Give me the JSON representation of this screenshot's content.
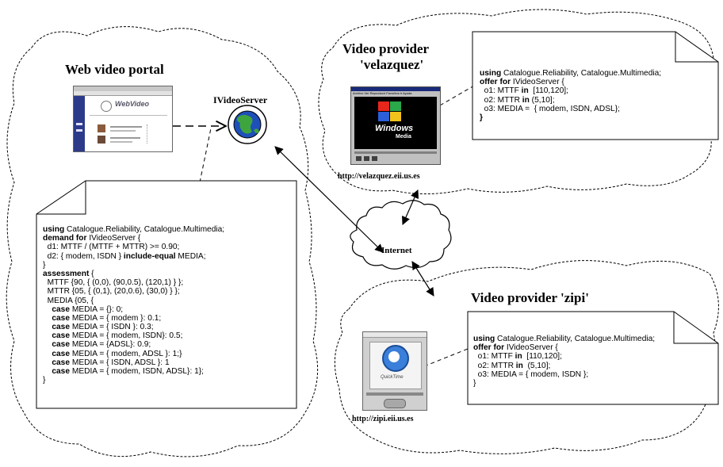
{
  "portal": {
    "title": "Web video portal",
    "screenshot_logo": "WebVideo"
  },
  "interface_label": "IVideoServer",
  "velazquez": {
    "title_line1": "Video provider",
    "title_line2": "'velazquez'",
    "url": "http://velazquez.eii.us.es",
    "screenshot_logo_line1": "Windows",
    "screenshot_logo_line2": "Media",
    "menu_text": "Archivo  Ver  Reproducir  Favoritos  Ir  Ayuda"
  },
  "zipi": {
    "title": "Video provider 'zipi'",
    "url": "http://zipi.eii.us.es",
    "screenshot_logo": "QuickTime"
  },
  "internet_label": "Internet",
  "notes": {
    "demand": [
      [
        {
          "t": "using",
          "b": true
        },
        {
          "t": " Catalogue.Reliability, Catalogue.Multimedia;"
        }
      ],
      [
        {
          "t": "demand for",
          "b": true
        },
        {
          "t": " IVideoServer {"
        }
      ],
      [
        {
          "t": "  d1: MTTF / (MTTF + MTTR) >= 0.90;"
        }
      ],
      [
        {
          "t": "  d2: { modem, ISDN } "
        },
        {
          "t": "include-equal",
          "b": true
        },
        {
          "t": " MEDIA;"
        }
      ],
      [
        {
          "t": "}"
        }
      ],
      [
        {
          "t": "assessment",
          "b": true
        },
        {
          "t": " {"
        }
      ],
      [
        {
          "t": "  MTTF {90, { (0,0), (90,0.5), (120,1) } };"
        }
      ],
      [
        {
          "t": "  MTTR {05, { (0,1), (20,0.6), (30,0) } };"
        }
      ],
      [
        {
          "t": "  MEDIA {05, {"
        }
      ],
      [
        {
          "t": "    "
        },
        {
          "t": "case",
          "b": true
        },
        {
          "t": " MEDIA = {}: 0;"
        }
      ],
      [
        {
          "t": "    "
        },
        {
          "t": "case",
          "b": true
        },
        {
          "t": " MEDIA = { modem }: 0.1;"
        }
      ],
      [
        {
          "t": "    "
        },
        {
          "t": "case",
          "b": true
        },
        {
          "t": " MEDIA = { ISDN }: 0.3;"
        }
      ],
      [
        {
          "t": "    "
        },
        {
          "t": "case",
          "b": true
        },
        {
          "t": " MEDIA = { modem, ISDN}: 0.5;"
        }
      ],
      [
        {
          "t": "    "
        },
        {
          "t": "case",
          "b": true
        },
        {
          "t": " MEDIA = {ADSL}: 0.9;"
        }
      ],
      [
        {
          "t": "    "
        },
        {
          "t": "case",
          "b": true
        },
        {
          "t": " MEDIA = { modem, ADSL }: 1;}"
        }
      ],
      [
        {
          "t": "    "
        },
        {
          "t": "case",
          "b": true
        },
        {
          "t": " MEDIA = { ISDN, ADSL }: 1"
        }
      ],
      [
        {
          "t": "    "
        },
        {
          "t": "case",
          "b": true
        },
        {
          "t": " MEDIA = { modem, ISDN, ADSL}: 1};"
        }
      ],
      [
        {
          "t": "}"
        }
      ]
    ],
    "offer_velazquez": [
      [
        {
          "t": "using",
          "b": true
        },
        {
          "t": " Catalogue.Reliability, Catalogue.Multimedia;"
        }
      ],
      [
        {
          "t": "offer for",
          "b": true
        },
        {
          "t": " IVideoServer {"
        }
      ],
      [
        {
          "t": "  o1: MTTF "
        },
        {
          "t": "in",
          "b": true
        },
        {
          "t": "  [110,120];"
        }
      ],
      [
        {
          "t": "  o2: MTTR "
        },
        {
          "t": "in",
          "b": true
        },
        {
          "t": " (5,10];"
        }
      ],
      [
        {
          "t": "  o3: MEDIA =  { modem, ISDN, ADSL};"
        }
      ],
      [
        {
          "t": "}",
          "b": true
        }
      ]
    ],
    "offer_zipi": [
      [
        {
          "t": "using",
          "b": true
        },
        {
          "t": " Catalogue.Reliability, Catalogue.Multimedia;"
        }
      ],
      [
        {
          "t": "offer for",
          "b": true
        },
        {
          "t": " IVideoServer {"
        }
      ],
      [
        {
          "t": "  o1: MTTF "
        },
        {
          "t": "in",
          "b": true
        },
        {
          "t": "  [110,120];"
        }
      ],
      [
        {
          "t": "  o2: MTTR "
        },
        {
          "t": "in",
          "b": true
        },
        {
          "t": "  (5,10];"
        }
      ],
      [
        {
          "t": "  o3: MEDIA = { modem, ISDN };"
        }
      ],
      [
        {
          "t": "}"
        }
      ]
    ]
  }
}
